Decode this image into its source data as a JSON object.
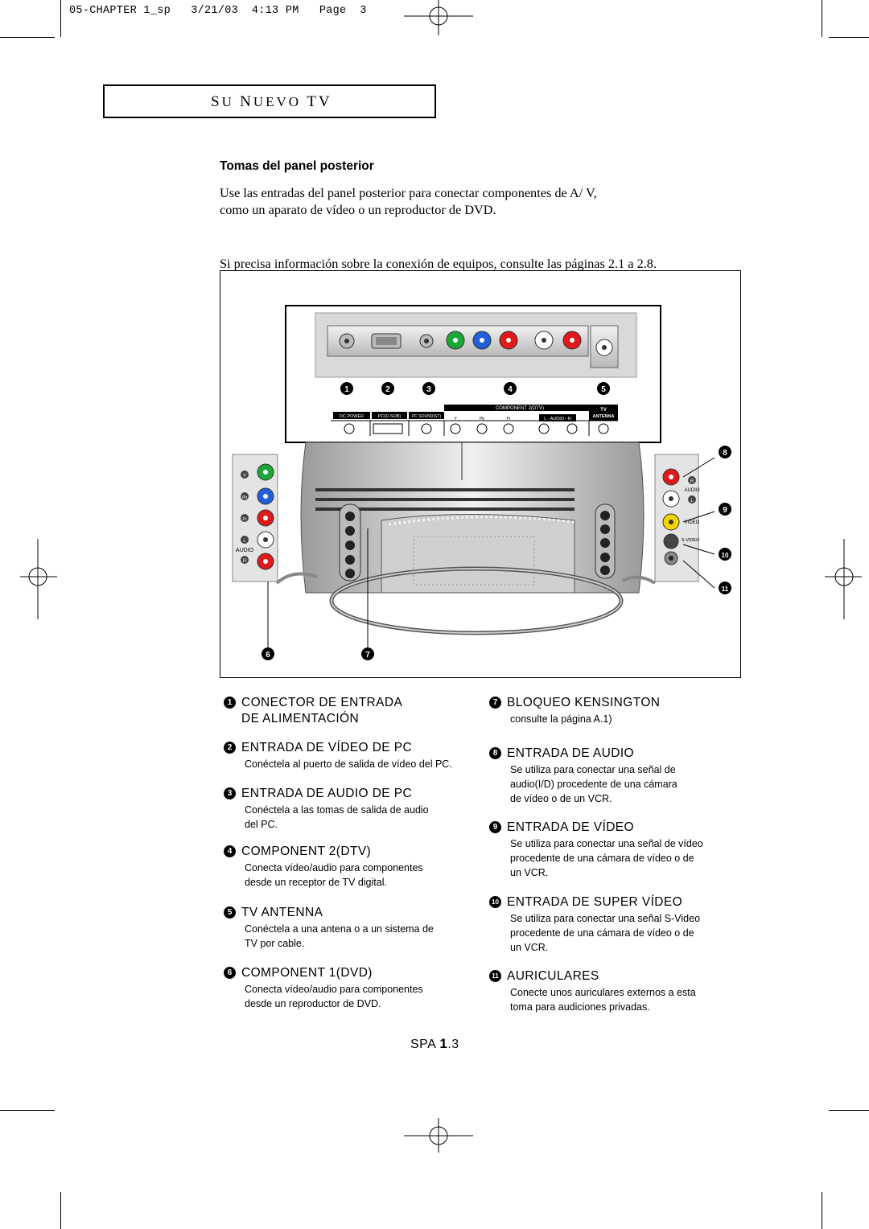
{
  "header": {
    "print_line": "05-CHAPTER 1_sp   3/21/03  4:13 PM   Page  3"
  },
  "section": {
    "title_s": "S",
    "title_u": "U ",
    "title_n": "N",
    "title_uevo": "UEVO ",
    "title_tv": "TV"
  },
  "intro": {
    "subheading": "Tomas del panel posterior",
    "para1_line1": "Use las entradas del panel posterior para conectar componentes de A/ V,",
    "para1_line2": "como un aparato de vídeo o un reproductor de DVD.",
    "para2": "Si precisa información sobre la conexión de equipos, consulte las páginas 2.1 a 2.8."
  },
  "figure": {
    "callouts": [
      "1",
      "2",
      "3",
      "4",
      "5",
      "6",
      "7",
      "8",
      "9",
      "10",
      "11"
    ],
    "panel_labels": {
      "dc_power": "DC POWER",
      "pc_dsub": "PC(D-SUB)",
      "pc_sound": "PC SOUND(ST)",
      "component2": "COMPONENT 2(DTV)",
      "l_audio_r": "L - AUDIO - R",
      "tv": "TV",
      "antenna": "ANTENNA",
      "y": "Y",
      "pb": "Pb",
      "pr": "Pr"
    },
    "left_side_labels": {
      "y": "Y",
      "pb": "Pb",
      "pr": "Pr",
      "l": "L",
      "audio": "AUDIO",
      "r": "R"
    },
    "right_side_labels": {
      "r": "R",
      "audio": "AUDIO",
      "l": "L",
      "video": "VIDEO",
      "svideo": "S-VIDEO"
    }
  },
  "items_left": [
    {
      "num": "1",
      "title_line1": "CONECTOR DE ENTRADA",
      "title_line2": "DE ALIMENTACIÓN",
      "desc": []
    },
    {
      "num": "2",
      "title_line1": "ENTRADA DE VÍDEO DE PC",
      "desc": [
        "Conéctela al puerto de salida de vídeo del PC."
      ]
    },
    {
      "num": "3",
      "title_line1": "ENTRADA DE AUDIO DE PC",
      "desc": [
        "Conéctela a las tomas de salida de audio",
        "del PC."
      ]
    },
    {
      "num": "4",
      "title_line1": "COMPONENT 2(DTV)",
      "desc": [
        "Conecta vídeo/audio para componentes",
        "desde un receptor de TV digital."
      ]
    },
    {
      "num": "5",
      "title_line1": "TV ANTENNA",
      "desc": [
        "Conéctela a una antena o a un sistema de",
        "TV por cable."
      ]
    },
    {
      "num": "6",
      "title_line1": "COMPONENT 1(DVD)",
      "desc": [
        "Conecta vídeo/audio para componentes",
        "desde un reproductor de DVD."
      ]
    }
  ],
  "items_right": [
    {
      "num": "7",
      "title_line1": "BLOQUEO KENSINGTON",
      "desc": [
        "consulte la página A.1)"
      ]
    },
    {
      "num": "8",
      "title_line1": "ENTRADA DE AUDIO",
      "desc": [
        "Se utiliza para conectar una señal de",
        "audio(I/D) procedente de una cámara",
        "de vídeo o de un VCR."
      ]
    },
    {
      "num": "9",
      "title_line1": "ENTRADA DE VÍDEO",
      "desc": [
        "Se utiliza para conectar una señal de vídeo",
        "procedente de una cámara de vídeo o de",
        "un VCR."
      ]
    },
    {
      "num": "10",
      "title_line1": "ENTRADA DE SUPER VÍDEO",
      "desc": [
        "Se utiliza para conectar una señal S-Video",
        "procedente de una cámara de vídeo o de",
        "un VCR."
      ]
    },
    {
      "num": "11",
      "title_line1": "AURICULARES",
      "desc": [
        "Conecte unos auriculares externos a esta",
        "toma para audiciones privadas."
      ]
    }
  ],
  "footer": {
    "lang": "SPA ",
    "chapter": "1",
    "page": ".3"
  },
  "colors": {
    "green": "#1aa83a",
    "blue": "#1f5fd8",
    "red": "#e01a1a",
    "yellow": "#f2d400",
    "white": "#ffffff"
  }
}
